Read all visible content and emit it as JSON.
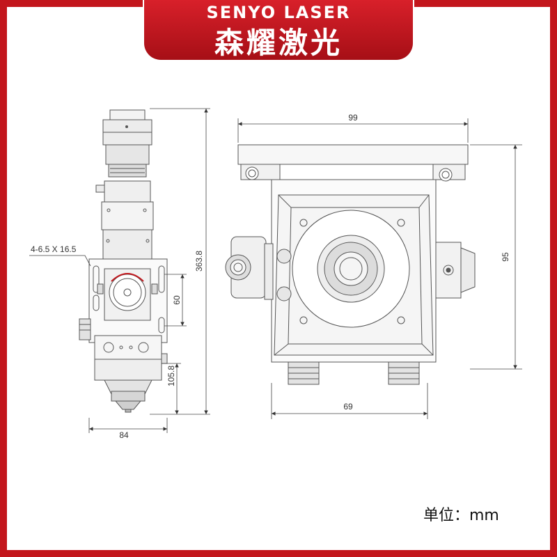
{
  "header": {
    "brand_en": "SENYO LASER",
    "brand_cn": "森耀激光"
  },
  "dimensions": {
    "top_width": "99",
    "side_height": "95",
    "bottom_width": "69",
    "total_height": "363.8",
    "hole_spec": "4-6.5 X 16.5",
    "slot_spacing": "60",
    "lower_height": "105.8",
    "base_width": "84"
  },
  "footer": {
    "unit": "单位：mm"
  },
  "colors": {
    "border": "#c3161c",
    "line": "#555555"
  }
}
